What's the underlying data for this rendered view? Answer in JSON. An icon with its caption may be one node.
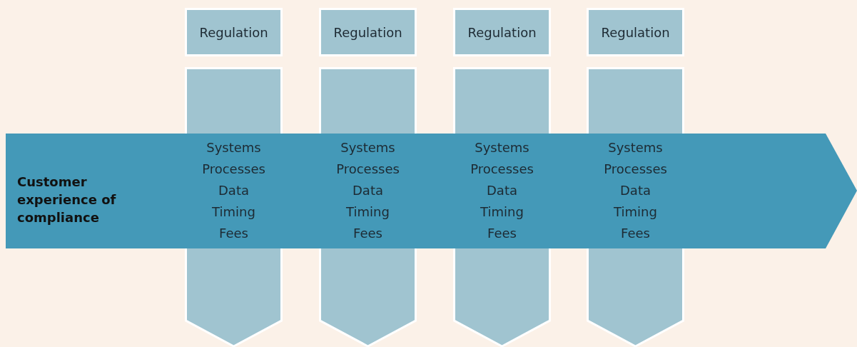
{
  "diagram": {
    "nodes": [
      {
        "text": [
          "Regulation"
        ]
      },
      {
        "text": [
          "Regulation"
        ]
      },
      {
        "text": [
          "Regulation"
        ]
      },
      {
        "text": [
          "Regulation"
        ]
      },
      {
        "text": [
          "Customer experience of compliance"
        ]
      },
      {
        "text": [
          "Systems",
          "Processes",
          "Data",
          "Timing",
          "Fees"
        ]
      },
      {
        "text": [
          "Systems",
          "Processes",
          "Data",
          "Timing",
          "Fees"
        ]
      },
      {
        "text": [
          "Systems",
          "Processes",
          "Data",
          "Timing",
          "Fees"
        ]
      },
      {
        "text": [
          "Systems",
          "Processes",
          "Data",
          "Timing",
          "Fees"
        ]
      }
    ],
    "edges": []
  }
}
